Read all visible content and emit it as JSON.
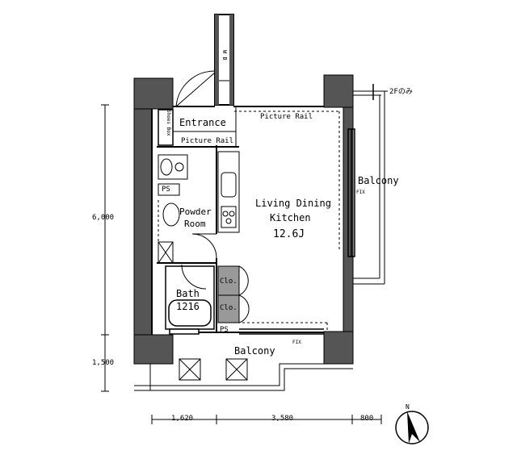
{
  "rooms": {
    "entrance": "Entrance",
    "shoes_box": "Shoes Box",
    "picture_rail_top": "Picture Rail",
    "picture_rail_entry": "Picture Rail",
    "ldk_line1": "Living Dining",
    "ldk_line2": "Kitchen",
    "ldk_size": "12.6J",
    "powder_line1": "Powder",
    "powder_line2": "Room",
    "bath": "Bath",
    "bath_size": "1216",
    "balcony_east": "Balcony",
    "balcony_south": "Balcony",
    "wb": "W B"
  },
  "marks": {
    "ps_upper": "PS",
    "ps_lower": "PS",
    "clo_1": "Clo.",
    "clo_2": "Clo.",
    "fix_east": "FIX",
    "fix_south": "FIX",
    "floor_note": "2Fのみ"
  },
  "dimensions": {
    "height_main": "6,000",
    "height_balcony": "1,500",
    "width_left": "1,620",
    "width_mid": "3,580",
    "width_right": "800"
  },
  "north_label": "N"
}
